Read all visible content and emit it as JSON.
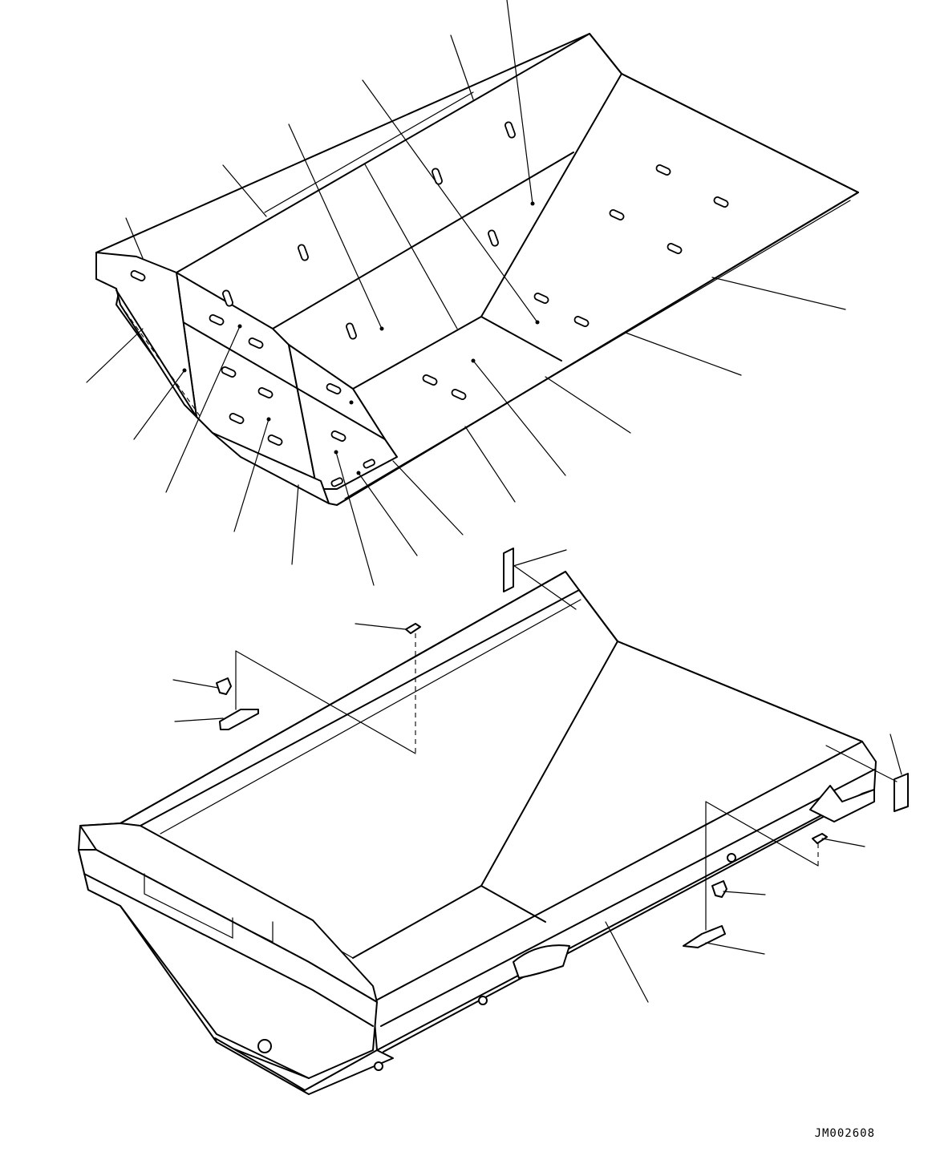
{
  "drawing": {
    "code": "JM002608",
    "views": [
      "upper-liner-plates-assembly",
      "lower-dump-body-assembly"
    ]
  },
  "colors": {
    "line": "#000000",
    "background": "#ffffff"
  }
}
